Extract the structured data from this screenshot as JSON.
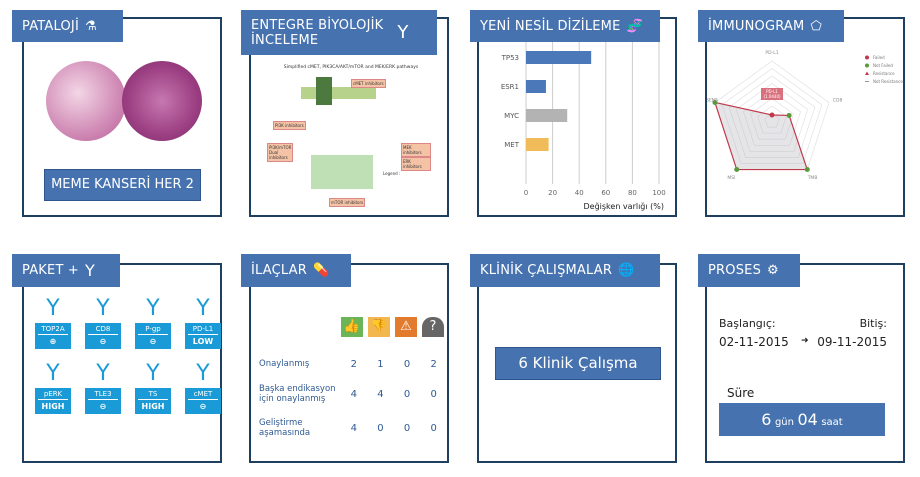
{
  "colors": {
    "header": "#4673b0",
    "border": "#1f3f5f",
    "bar_blue": "#4a78b8",
    "bar_gray": "#b3b3b3",
    "bar_orange": "#f0bc5a",
    "failed": "#c0394b",
    "not_failed": "#5a9a3c"
  },
  "patoloji": {
    "title": "PATALOJİ",
    "icon": "microscope-icon",
    "button": "MEME KANSERİ HER 2"
  },
  "entegre": {
    "title_line1": "ENTEGRE BİYOLOJİK",
    "title_line2": "İNCELEME",
    "icon": "antibody-icon",
    "diagram_title": "Simplified cMET, PIK3CA/AKT/mTOR and MEK/ERK pathways",
    "labels": [
      "cMET inhibitors",
      "PI3K inhibitors",
      "PI3K/mTOR Dual inhibitors",
      "mTOR inhibitors",
      "MEK inhibitors",
      "ERK inhibitors",
      "Legend :"
    ]
  },
  "yns": {
    "title": "YENİ NESİL DİZİLEME",
    "icon": "dna-icon"
  },
  "chart_data": [
    {
      "type": "bar",
      "orientation": "horizontal",
      "categories": [
        "TP53",
        "ESR1",
        "MYC",
        "MET"
      ],
      "values": [
        49,
        15,
        31,
        17
      ],
      "colors": [
        "#4a78b8",
        "#4a78b8",
        "#b3b3b3",
        "#f0bc5a"
      ],
      "xlabel": "Değişken varlığı (%)",
      "xlim": [
        0,
        100
      ],
      "xticks": [
        0,
        20,
        40,
        60,
        80,
        100
      ],
      "grid": true
    },
    {
      "type": "radar",
      "title": "İMMUNOGRAM",
      "axes": [
        "PD-L1",
        "CD8",
        "TMB",
        "MSI",
        "MUT SENS"
      ],
      "values": [
        0.1,
        0.3,
        1,
        1,
        1
      ],
      "status": [
        "failed",
        "not_failed",
        "not_failed",
        "not_failed",
        "not_failed"
      ],
      "annotation_line1": "PD-L1",
      "annotation_line2": "(1.0440)",
      "legend": [
        "Failed",
        "Not Failed",
        "Resistance",
        "Not Resistance"
      ],
      "legend_position": "top-right"
    }
  ],
  "immunogram": {
    "title": "İMMUNOGRAM",
    "icon": "pentagon-icon"
  },
  "paket": {
    "title": "PAKET +",
    "icon": "antibody-icon",
    "items": [
      {
        "name": "TOP2A",
        "value": "⊕"
      },
      {
        "name": "CD8",
        "value": "⊖"
      },
      {
        "name": "P-gp",
        "value": "⊖"
      },
      {
        "name": "PD-L1",
        "value": "LOW"
      },
      {
        "name": "pERK",
        "value": "HIGH"
      },
      {
        "name": "TLE3",
        "value": "⊖"
      },
      {
        "name": "TS",
        "value": "HIGH"
      },
      {
        "name": "cMET",
        "value": "⊖"
      }
    ]
  },
  "ilaclar": {
    "title": "İLAÇLAR",
    "icon": "pills-icon",
    "columns": [
      "thumbs-up",
      "thumbs-down",
      "warning",
      "question"
    ],
    "rows": [
      {
        "label": "Onaylanmış",
        "values": [
          "2",
          "1",
          "0",
          "2"
        ]
      },
      {
        "label": "Başka endikasyon için onaylanmış",
        "values": [
          "4",
          "4",
          "0",
          "0"
        ]
      },
      {
        "label": "Geliştirme aşamasında",
        "values": [
          "4",
          "0",
          "0",
          "0"
        ]
      }
    ]
  },
  "klinik": {
    "title": "KLİNİK ÇALIŞMALAR",
    "icon": "globe-icon",
    "button": "6 Klinik Çalışma"
  },
  "proses": {
    "title": "PROSES",
    "icon": "gears-icon",
    "start_label": "Başlangıç:",
    "end_label": "Bitiş:",
    "start": "02-11-2015",
    "end": "09-11-2015",
    "arrow": "➜",
    "duration_label": "Süre",
    "days": "6",
    "days_unit": "gün",
    "hours": "04",
    "hours_unit": "saat"
  }
}
